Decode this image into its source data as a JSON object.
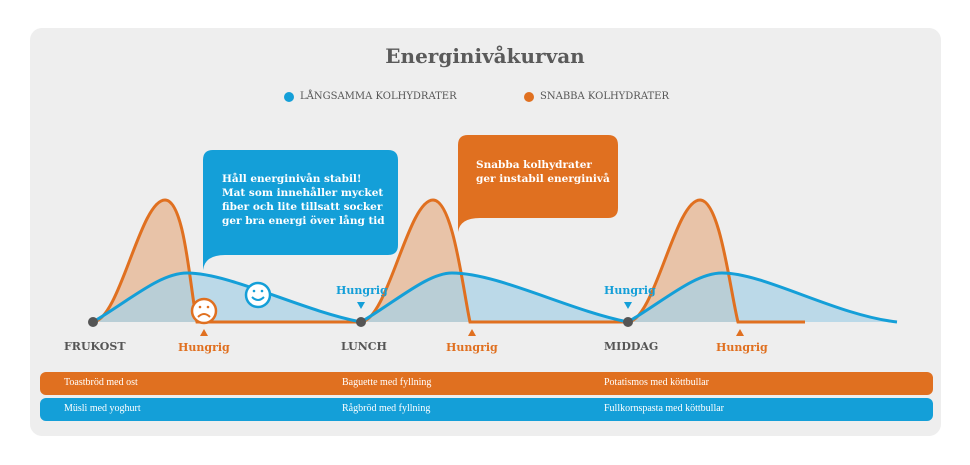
{
  "title": "Energinivåkurvan",
  "legend": [
    {
      "label": "LÅNGSAMMA KOLHYDRATER",
      "color": "#149FD8"
    },
    {
      "label": "SNABBA KOLHYDRATER",
      "color": "#E07020"
    }
  ],
  "bubble_slow": [
    "Håll energinivån stabil!",
    "Mat som innehåller mycket",
    "fiber och lite tillsatt socker",
    "ger bra energi över lång tid"
  ],
  "bubble_fast": [
    "Snabba kolhydrater",
    "ger instabil energinivå"
  ],
  "meals": [
    "FRUKOST",
    "LUNCH",
    "MIDDAG"
  ],
  "hungry": "Hungrig",
  "fast_foods": [
    "Toastbröd med ost",
    "Baguette med fyllning",
    "Potatismos med köttbullar"
  ],
  "slow_foods": [
    "Müsli med yoghurt",
    "Rågbröd med fyllning",
    "Fullkornspasta med köttbullar"
  ]
}
